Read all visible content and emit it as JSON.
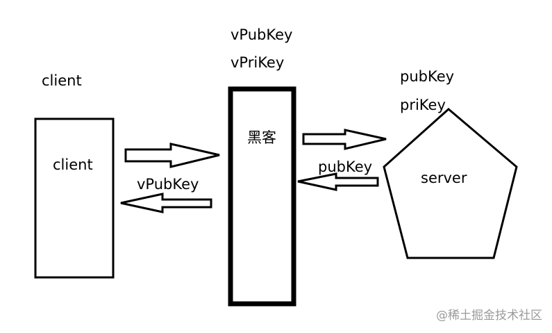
{
  "nodes": {
    "client": {
      "caption": "client",
      "label": "client"
    },
    "hacker": {
      "label": "黑客",
      "key_top": "vPubKey",
      "key_bottom": "vPriKey"
    },
    "server": {
      "label": "server",
      "key_top": "pubKey",
      "key_bottom": "priKey"
    }
  },
  "edges": {
    "hacker_to_client": {
      "label": "vPubKey"
    },
    "server_to_hacker": {
      "label": "pubKey"
    }
  },
  "watermark": "@稀土掘金技术社区",
  "colors": {
    "stroke": "#000000",
    "background": "#ffffff",
    "watermark": "#9a9a9a"
  }
}
